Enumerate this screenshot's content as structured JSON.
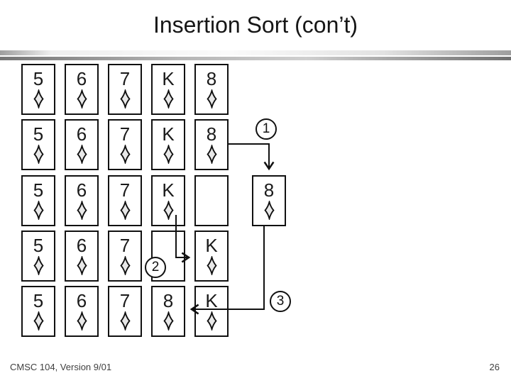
{
  "slide": {
    "title": "Insertion Sort (con’t)",
    "footer": "CMSC 104, Version 9/01",
    "page_number": "26"
  },
  "suit": "diamonds",
  "rows": [
    {
      "cards": [
        "5",
        "6",
        "7",
        "K",
        "8"
      ]
    },
    {
      "cards": [
        "5",
        "6",
        "7",
        "K",
        "8"
      ]
    },
    {
      "cards": [
        "5",
        "6",
        "7",
        "K",
        ""
      ]
    },
    {
      "cards": [
        "5",
        "6",
        "7",
        "",
        "K"
      ]
    },
    {
      "cards": [
        "5",
        "6",
        "7",
        "8",
        "K"
      ]
    }
  ],
  "detached_card": {
    "rank": "8"
  },
  "steps": {
    "labels": [
      "1",
      "2",
      "3"
    ]
  },
  "colors": {
    "card_border": "#111111",
    "diamond_fill": "#e8e8e8",
    "title_text": "#161616",
    "footer_text": "#3f3f3f",
    "line": "#111111"
  }
}
